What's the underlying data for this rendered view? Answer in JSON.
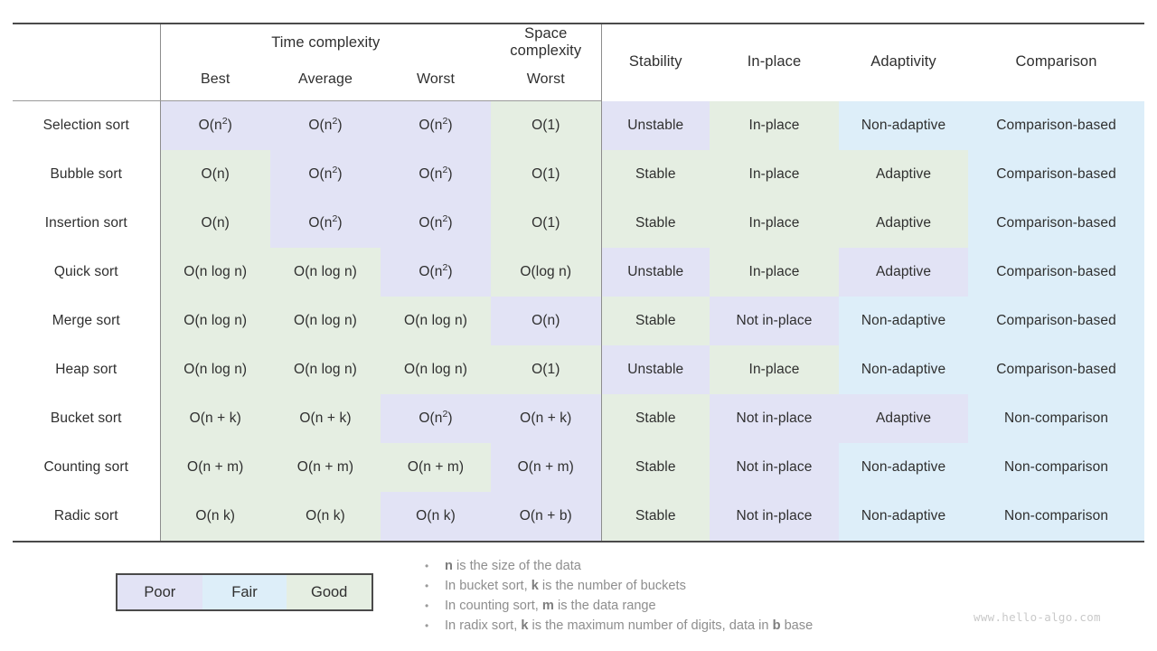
{
  "table": {
    "group_headers": [
      {
        "label": "",
        "span": 1
      },
      {
        "label": "Time complexity",
        "span": 3
      },
      {
        "label": "Space complexity",
        "span": 1
      }
    ],
    "time_group_label": "Time complexity",
    "space_group_label": "Space complexity",
    "sub_headers": {
      "name": "",
      "best": "Best",
      "average": "Average",
      "worst": "Worst",
      "space_worst": "Worst"
    },
    "right_headers": {
      "stability": "Stability",
      "in_place": "In-place",
      "adaptivity": "Adaptivity",
      "comparison": "Comparison"
    },
    "rows": [
      {
        "name": "Selection sort",
        "best": "O(n²)",
        "best_q": "poor",
        "avg": "O(n²)",
        "avg_q": "poor",
        "worst": "O(n²)",
        "worst_q": "poor",
        "space": "O(1)",
        "space_q": "good",
        "stability": "Unstable",
        "stability_q": "poor",
        "in_place": "In-place",
        "in_place_q": "good",
        "adaptivity": "Non-adaptive",
        "adaptivity_q": "fair",
        "comparison": "Comparison-based",
        "comparison_q": "fair"
      },
      {
        "name": "Bubble sort",
        "best": "O(n)",
        "best_q": "good",
        "avg": "O(n²)",
        "avg_q": "poor",
        "worst": "O(n²)",
        "worst_q": "poor",
        "space": "O(1)",
        "space_q": "good",
        "stability": "Stable",
        "stability_q": "good",
        "in_place": "In-place",
        "in_place_q": "good",
        "adaptivity": "Adaptive",
        "adaptivity_q": "good",
        "comparison": "Comparison-based",
        "comparison_q": "fair"
      },
      {
        "name": "Insertion sort",
        "best": "O(n)",
        "best_q": "good",
        "avg": "O(n²)",
        "avg_q": "poor",
        "worst": "O(n²)",
        "worst_q": "poor",
        "space": "O(1)",
        "space_q": "good",
        "stability": "Stable",
        "stability_q": "good",
        "in_place": "In-place",
        "in_place_q": "good",
        "adaptivity": "Adaptive",
        "adaptivity_q": "good",
        "comparison": "Comparison-based",
        "comparison_q": "fair"
      },
      {
        "name": "Quick sort",
        "best": "O(n log n)",
        "best_q": "good",
        "avg": "O(n log n)",
        "avg_q": "good",
        "worst": "O(n²)",
        "worst_q": "poor",
        "space": "O(log n)",
        "space_q": "good",
        "stability": "Unstable",
        "stability_q": "poor",
        "in_place": "In-place",
        "in_place_q": "good",
        "adaptivity": "Adaptive",
        "adaptivity_q": "poor",
        "comparison": "Comparison-based",
        "comparison_q": "fair"
      },
      {
        "name": "Merge sort",
        "best": "O(n log n)",
        "best_q": "good",
        "avg": "O(n log n)",
        "avg_q": "good",
        "worst": "O(n log n)",
        "worst_q": "good",
        "space": "O(n)",
        "space_q": "poor",
        "stability": "Stable",
        "stability_q": "good",
        "in_place": "Not in-place",
        "in_place_q": "poor",
        "adaptivity": "Non-adaptive",
        "adaptivity_q": "fair",
        "comparison": "Comparison-based",
        "comparison_q": "fair"
      },
      {
        "name": "Heap sort",
        "best": "O(n log n)",
        "best_q": "good",
        "avg": "O(n log n)",
        "avg_q": "good",
        "worst": "O(n log n)",
        "worst_q": "good",
        "space": "O(1)",
        "space_q": "good",
        "stability": "Unstable",
        "stability_q": "poor",
        "in_place": "In-place",
        "in_place_q": "good",
        "adaptivity": "Non-adaptive",
        "adaptivity_q": "fair",
        "comparison": "Comparison-based",
        "comparison_q": "fair"
      },
      {
        "name": "Bucket sort",
        "best": "O(n + k)",
        "best_q": "good",
        "avg": "O(n + k)",
        "avg_q": "good",
        "worst": "O(n²)",
        "worst_q": "poor",
        "space": "O(n + k)",
        "space_q": "poor",
        "stability": "Stable",
        "stability_q": "good",
        "in_place": "Not in-place",
        "in_place_q": "poor",
        "adaptivity": "Adaptive",
        "adaptivity_q": "poor",
        "comparison": "Non-comparison",
        "comparison_q": "fair"
      },
      {
        "name": "Counting sort",
        "best": "O(n + m)",
        "best_q": "good",
        "avg": "O(n + m)",
        "avg_q": "good",
        "worst": "O(n + m)",
        "worst_q": "good",
        "space": "O(n + m)",
        "space_q": "poor",
        "stability": "Stable",
        "stability_q": "good",
        "in_place": "Not in-place",
        "in_place_q": "poor",
        "adaptivity": "Non-adaptive",
        "adaptivity_q": "fair",
        "comparison": "Non-comparison",
        "comparison_q": "fair"
      },
      {
        "name": "Radic sort",
        "best": "O(n k)",
        "best_q": "good",
        "avg": "O(n k)",
        "avg_q": "good",
        "worst": "O(n k)",
        "worst_q": "poor",
        "space": "O(n + b)",
        "space_q": "poor",
        "stability": "Stable",
        "stability_q": "good",
        "in_place": "Not in-place",
        "in_place_q": "poor",
        "adaptivity": "Non-adaptive",
        "adaptivity_q": "fair",
        "comparison": "Non-comparison",
        "comparison_q": "fair"
      }
    ]
  },
  "legend": {
    "items": [
      {
        "label": "Poor",
        "quality": "poor",
        "color": "#e2e3f5"
      },
      {
        "label": "Fair",
        "quality": "fair",
        "color": "#ddeef9"
      },
      {
        "label": "Good",
        "quality": "good",
        "color": "#e5eee2"
      }
    ]
  },
  "notes": {
    "bullet": "•",
    "items": [
      {
        "pre": "",
        "sym": "n",
        "post": " is the size of the data"
      },
      {
        "pre": "In bucket sort, ",
        "sym": "k",
        "post": " is the number of buckets"
      },
      {
        "pre": "In counting sort, ",
        "sym": "m",
        "post": " is the data range"
      },
      {
        "pre": "In radix sort, ",
        "sym": "k",
        "post": " is the maximum number of digits, data in ",
        "sym2": "b",
        "post2": " base"
      }
    ]
  },
  "watermark": "www.hello-algo.com"
}
